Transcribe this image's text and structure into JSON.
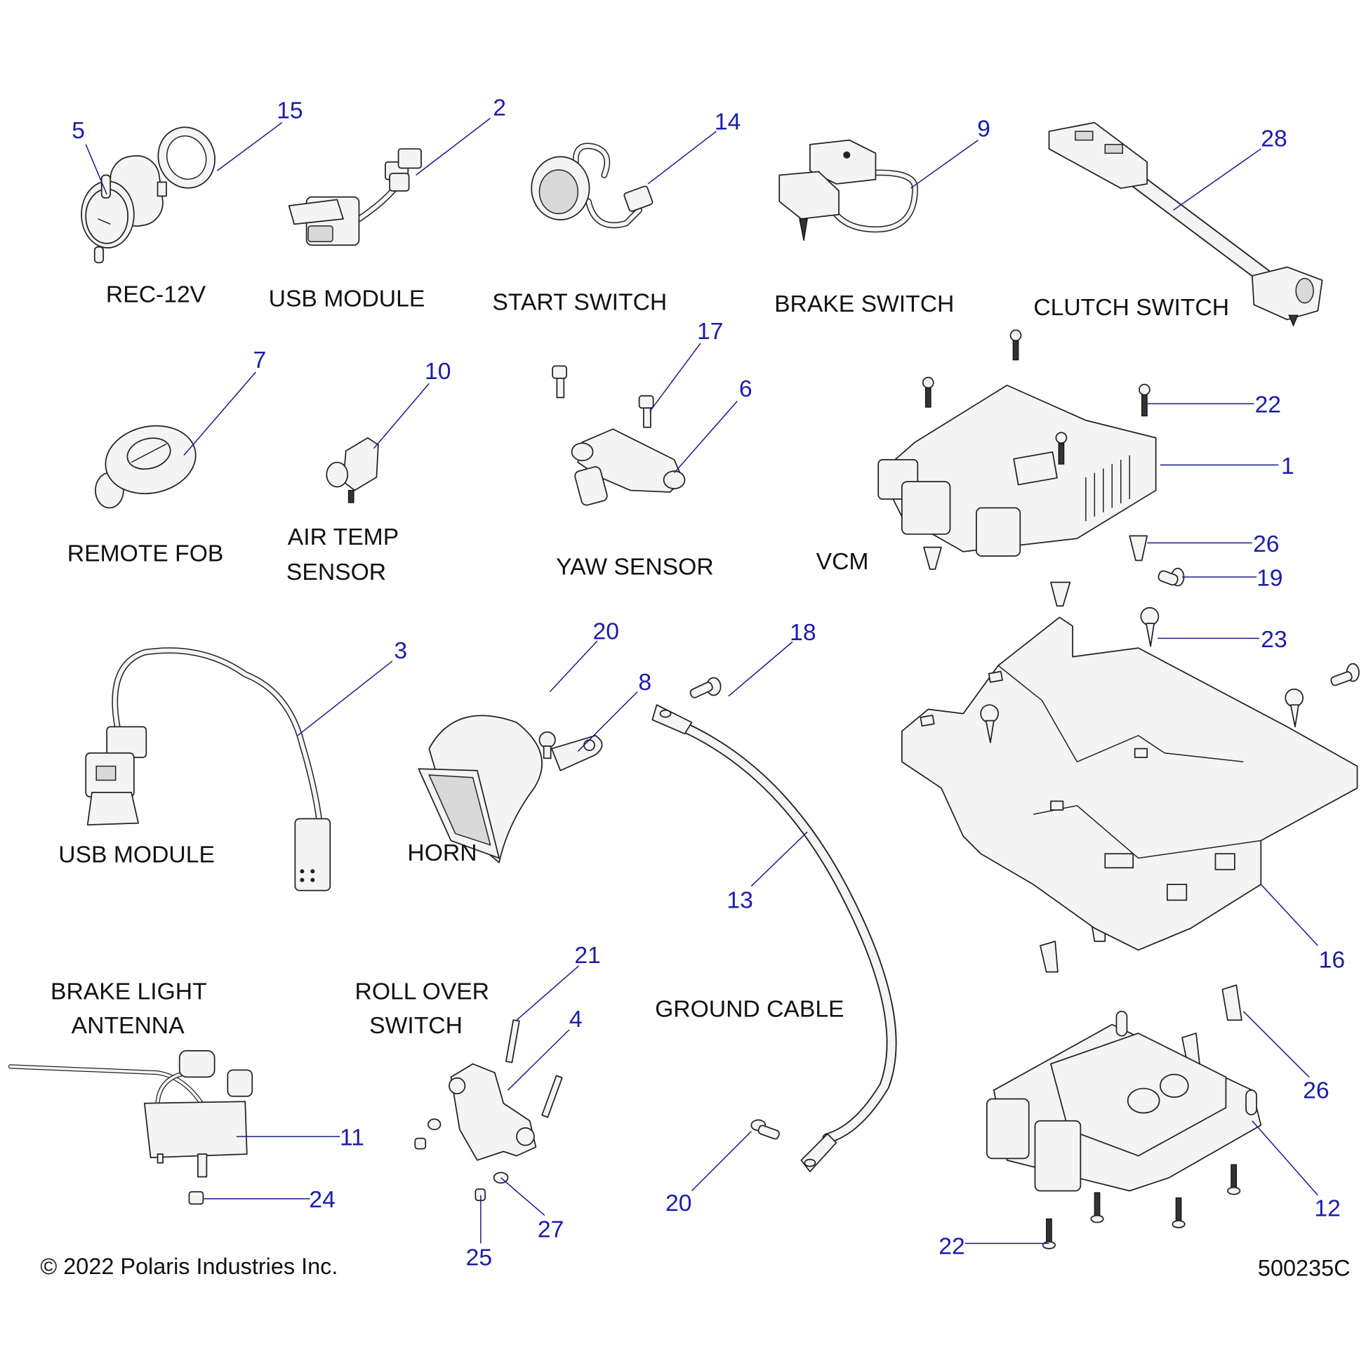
{
  "diagram": {
    "copyright": "© 2022 Polaris Industries Inc.",
    "drawing_number": "500235C",
    "accent_colors": {
      "callout": "#1c1caa",
      "leader": "#1a1a8c",
      "label": "#111111"
    },
    "group_labels": {
      "rec_12v": "REC-12V",
      "usb_module_top": "USB MODULE",
      "start_switch": "START SWITCH",
      "brake_switch": "BRAKE SWITCH",
      "clutch_switch": "CLUTCH SWITCH",
      "remote_fob": "REMOTE FOB",
      "air_temp_sensor_line1": "AIR TEMP",
      "air_temp_sensor_line2": "SENSOR",
      "yaw_sensor": "YAW SENSOR",
      "vcm": "VCM",
      "usb_module_bottom": "USB MODULE",
      "horn": "HORN",
      "brake_light_antenna_line1": "BRAKE LIGHT",
      "brake_light_antenna_line2": "ANTENNA",
      "roll_over_switch_line1": "ROLL OVER",
      "roll_over_switch_line2": "SWITCH",
      "ground_cable": "GROUND CABLE"
    },
    "callouts": {
      "c5": "5",
      "c15": "15",
      "c2": "2",
      "c14": "14",
      "c9": "9",
      "c28": "28",
      "c7": "7",
      "c10": "10",
      "c17": "17",
      "c6": "6",
      "c22a": "22",
      "c1": "1",
      "c26a": "26",
      "c19": "19",
      "c23": "23",
      "c3": "3",
      "c20a": "20",
      "c8": "8",
      "c18": "18",
      "c13": "13",
      "c16": "16",
      "c21": "21",
      "c4": "4",
      "c11": "11",
      "c24": "24",
      "c25": "25",
      "c27": "27",
      "c20b": "20",
      "c26b": "26",
      "c12": "12",
      "c22b": "22"
    }
  }
}
